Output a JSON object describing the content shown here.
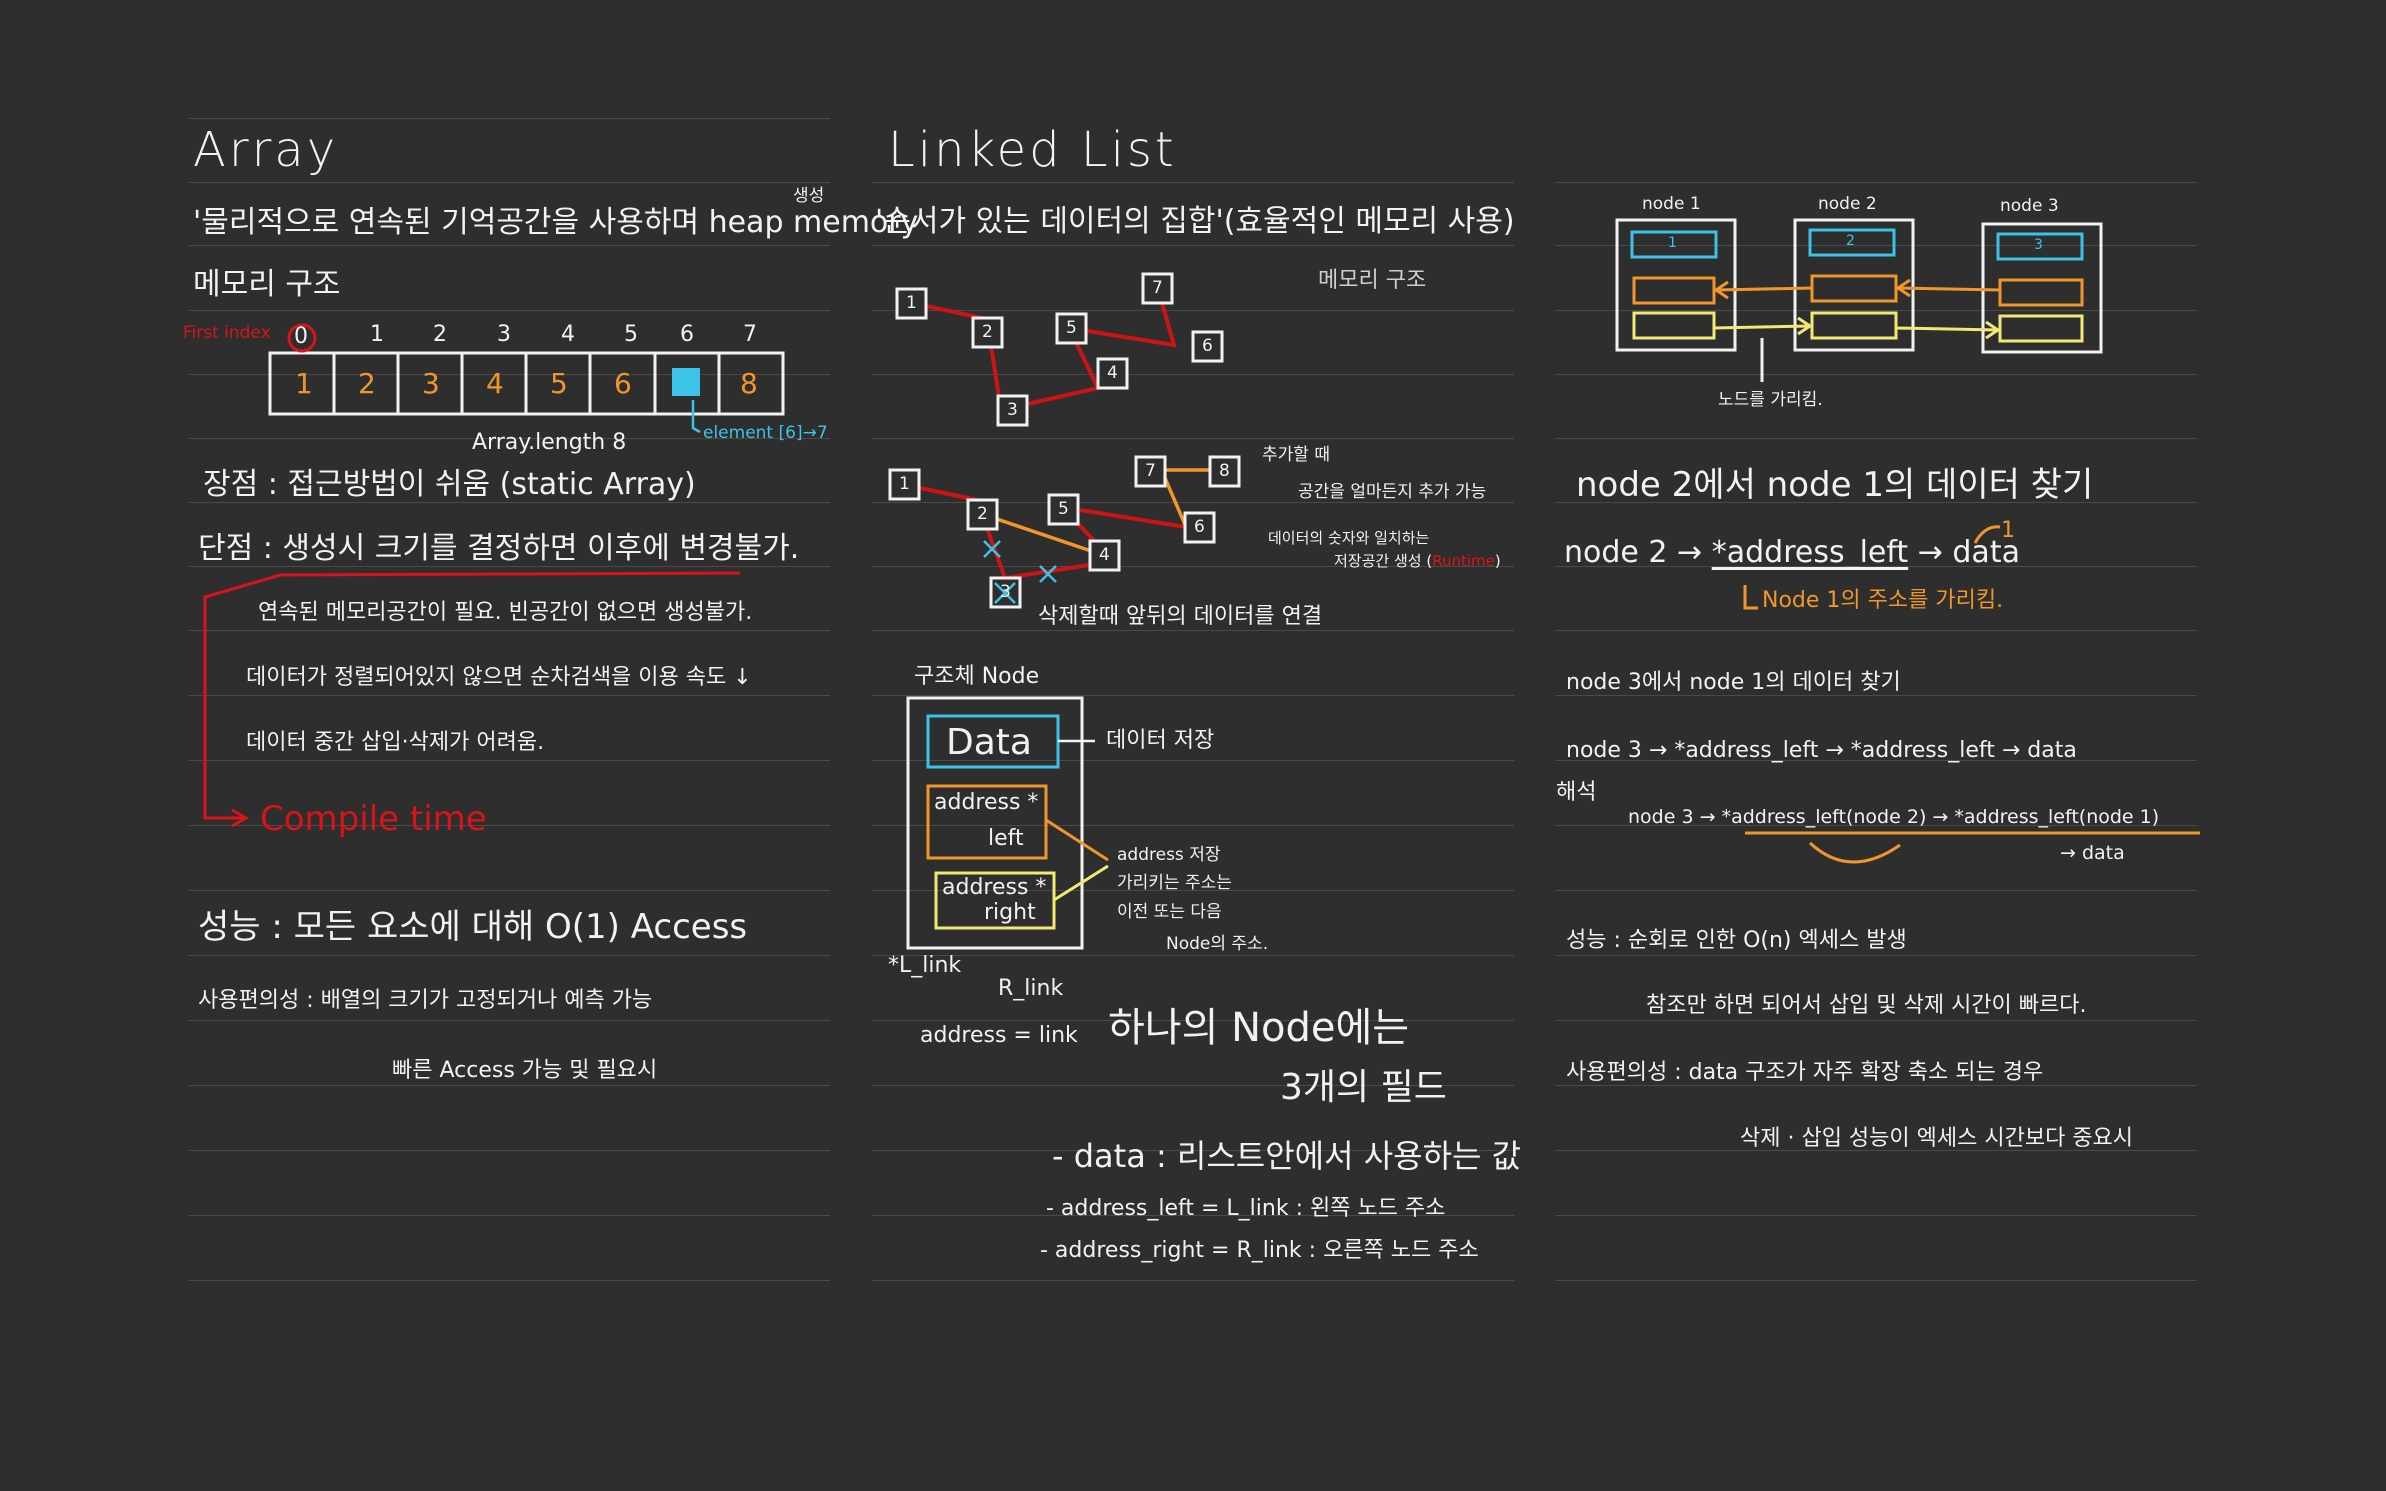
{
  "array": {
    "title": "Array",
    "line1": "'물리적으로 연속된 기억공간을 사용하며 heap memory",
    "line1_note": "생성",
    "line2": "메모리 구조",
    "first_index_label": "First index",
    "indices": [
      "0",
      "1",
      "2",
      "3",
      "4",
      "5",
      "6",
      "7"
    ],
    "cells": [
      "1",
      "2",
      "3",
      "4",
      "5",
      "6",
      "",
      "8"
    ],
    "element_label": "element [6]→7",
    "length_label": "Array.length 8",
    "pros": "장점 : 접근방법이 쉬움 (static Array)",
    "cons": "단점 : 생성시 크기를 결정하면 이후에 변경불가.",
    "cons_details": [
      "연속된 메모리공간이 필요. 빈공간이 없으면 생성불가.",
      "데이터가 정렬되어있지 않으면 순차검색을 이용 속도 ↓",
      "데이터 중간 삽입·삭제가 어려움."
    ],
    "compile_time": "Compile time",
    "performance": "성능 : 모든 요소에 대해 O(1) Access",
    "usability": "사용편의성 : 배열의 크기가 고정되거나 예측 가능",
    "usability2": "빠른 Access 가능 및 필요시"
  },
  "linked_list": {
    "title": "Linked List",
    "line1": "'순서가 있는 데이터의 집합'(효율적인 메모리 사용)",
    "memory_label": "메모리 구조",
    "nodes_top": [
      "1",
      "2",
      "3",
      "5",
      "4",
      "7",
      "6"
    ],
    "nodes_bottom": [
      "1",
      "2",
      "3",
      "5",
      "4",
      "7",
      "8",
      "6"
    ],
    "add_note1": "추가할 때",
    "add_note2": "공간을 얼마든지 추가 가능",
    "add_note3": "데이터의 숫자와 일치하는",
    "add_note4": "저장공간 생성 (",
    "add_note4_red": "Runtime",
    "add_note4_end": ")",
    "delete_note": "삭제할때 앞뒤의 데이터를 연결",
    "struct_title": "구조체 Node",
    "struct_data": "Data",
    "struct_data_note": "데이터 저장",
    "struct_left1": "address *",
    "struct_left2": "left",
    "struct_right1": "address *",
    "struct_right2": "right",
    "address_note": [
      "address 저장",
      "가리키는 주소는",
      "이전 또는 다음",
      "Node의 주소."
    ],
    "l_link": "*L_link",
    "r_link": "R_link",
    "address_link": "address = link",
    "fields_title1": "하나의 Node에는",
    "fields_title2": "3개의 필드",
    "field_data": "- data : 리스트안에서 사용하는 값",
    "field_left": "- address_left = L_link : 왼쪽 노드 주소",
    "field_right": "- address_right = R_link : 오른쪽 노드 주소"
  },
  "node_panel": {
    "node_labels": [
      "node 1",
      "node 2",
      "node 3"
    ],
    "node_numbers": [
      "1",
      "2",
      "3"
    ],
    "point_note": "노드를 가리킴.",
    "find1_title": "node 2에서 node 1의 데이터 찾기",
    "find1_expr_a": "node 2 →",
    "find1_expr_b": "*address_left",
    "find1_expr_c": "→ data",
    "find1_sup": "1",
    "find1_note": "Node 1의 주소를 가리킴.",
    "find2_title": "node 3에서 node 1의 데이터 찾기",
    "find2_expr": "node 3 → *address_left → *address_left → data",
    "interpret": "해석",
    "find2_interp_a": "node 3 →",
    "find2_interp_b": "*address_left(node 2)",
    "find2_interp_c": "→",
    "find2_interp_d": "*address_left(node 1)",
    "find2_interp_e": "→ data",
    "performance": "성능 : 순회로 인한 O(n) 엑세스 발생",
    "performance2": "참조만 하면 되어서 삽입 및 삭제 시간이 빠르다.",
    "usability": "사용편의성 : data 구조가 자주 확장 축소 되는 경우",
    "usability2": "삭제 · 삽입 성능이 엑세스 시간보다 중요시"
  },
  "colors": {
    "background": "#2e2e2e",
    "ink": "#f2f2f2",
    "orange": "#f0962b",
    "red": "#d8141a",
    "blue": "#3cc3e8",
    "yellow": "#f2e873"
  }
}
